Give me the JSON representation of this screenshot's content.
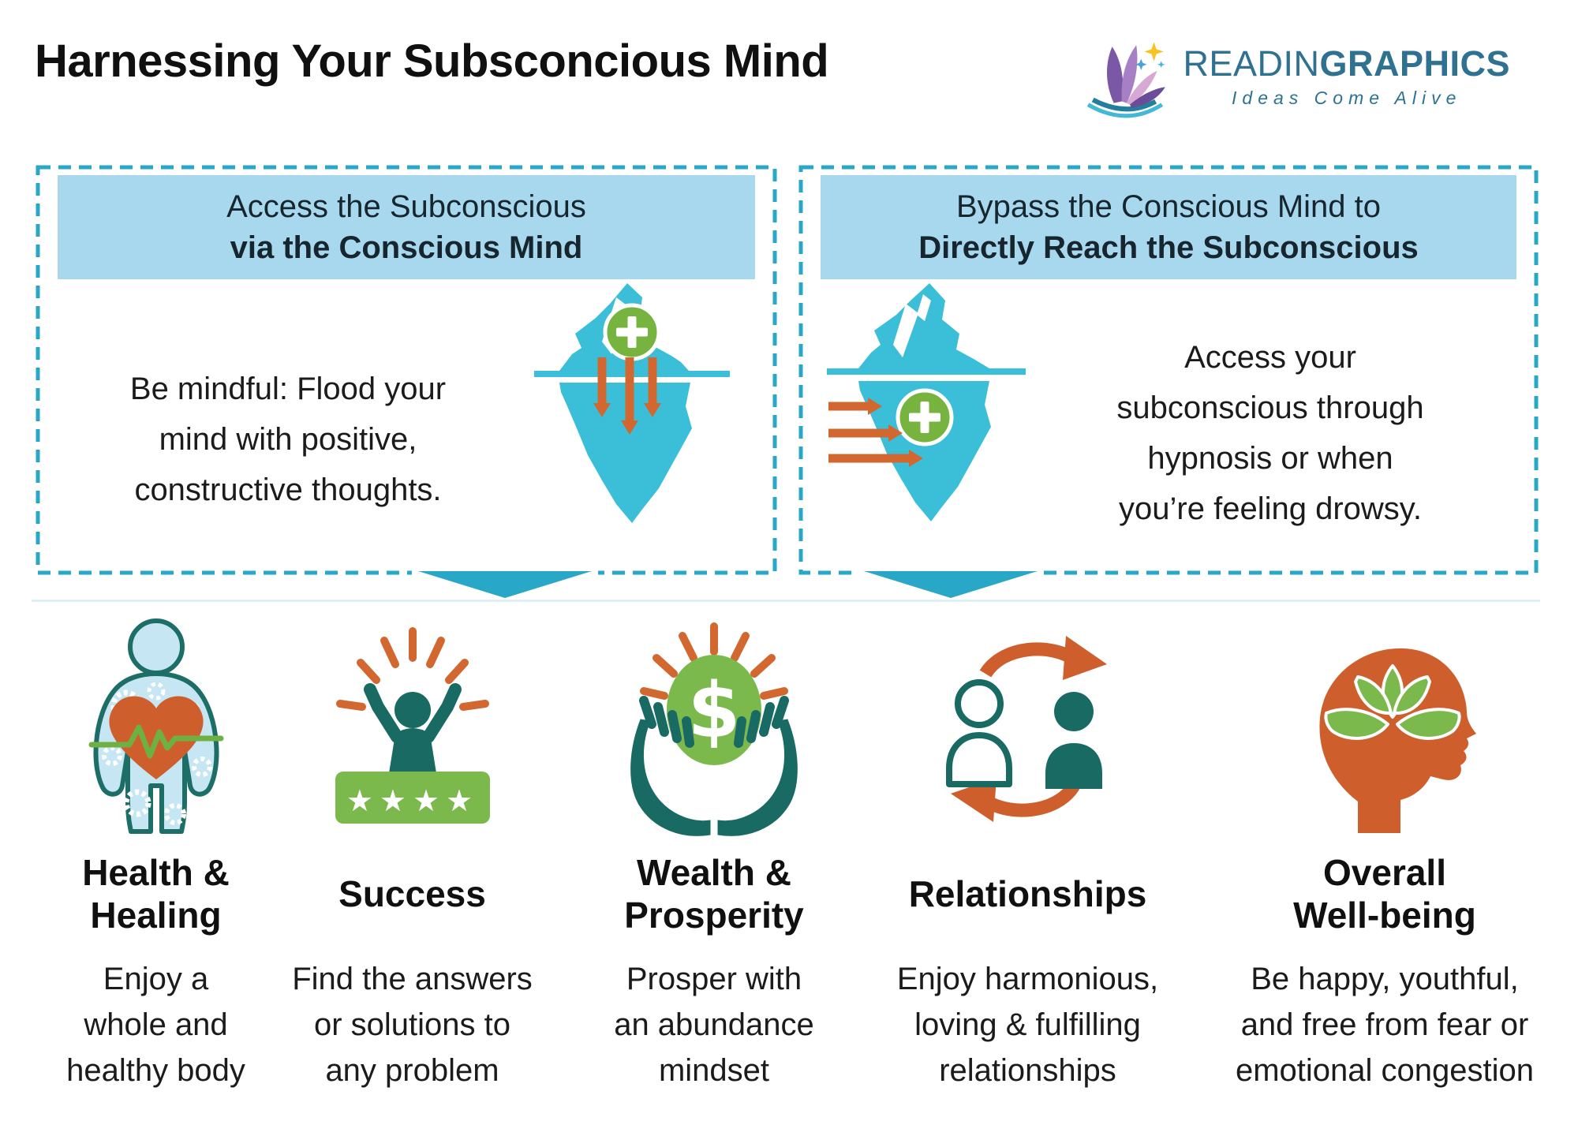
{
  "title": "Harnessing Your Subsconcious Mind",
  "logo": {
    "brand_regular": "READIN",
    "brand_bold": "GRAPHICS",
    "tagline": "Ideas Come Alive"
  },
  "panels": [
    {
      "header_line1": "Access the Subconscious",
      "header_line2": "via the Conscious Mind",
      "body": "Be mindful: Flood your\nmind with positive,\nconstructive thoughts."
    },
    {
      "header_line1": "Bypass the Conscious Mind to",
      "header_line2": "Directly Reach the Subconscious",
      "body": "Access your\nsubconscious through\nhypnosis or when\nyou’re feeling drowsy."
    }
  ],
  "benefits": [
    {
      "title": "Health &\nHealing",
      "description": "Enjoy a\nwhole and\nhealthy body",
      "icon": "body-gears-heart-icon"
    },
    {
      "title": "Success",
      "description": "Find the answers\nor solutions to\nany problem",
      "icon": "celebrating-person-stars-icon",
      "stars": "★★★★"
    },
    {
      "title": "Wealth &\nProsperity",
      "description": "Prosper with\nan abundance\nmindset",
      "icon": "hands-holding-dollar-icon",
      "dollar": "$"
    },
    {
      "title": "Relationships",
      "description": "Enjoy harmonious,\nloving & fulfilling\nrelationships",
      "icon": "people-exchange-arrows-icon"
    },
    {
      "title": "Overall\nWell-being",
      "description": "Be happy, youthful,\nand free from fear or\nemotional congestion",
      "icon": "head-lotus-icon"
    }
  ],
  "colors": {
    "teal_border": "#29A7C6",
    "iceberg": "#3BBFD8",
    "header_bg": "#A7D8EE",
    "orange": "#CE5F2C",
    "green": "#7CB94C",
    "dark_teal": "#186A63",
    "logo_blue": "#2E7190",
    "logo_purple": "#7B58A5",
    "text": "#101010"
  }
}
